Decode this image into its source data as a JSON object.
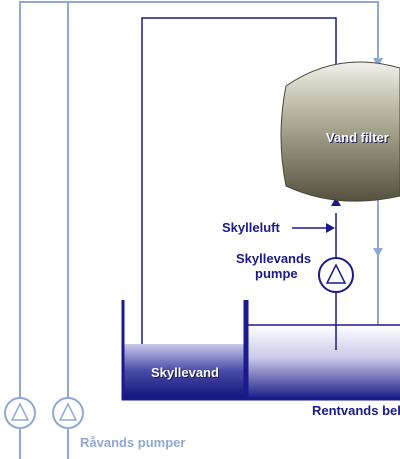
{
  "labels": {
    "filter": "Vand filter",
    "air": "Skylleluft",
    "pump_line1": "Skyllevands",
    "pump_line2": "pumpe",
    "backwash_tank": "Skyllevand",
    "clean_tank": "Rentvands bel",
    "raw_pumps": "Råvands pumper"
  },
  "colors": {
    "navy": "#1a1a8c",
    "light_blue": "#8fa8d6",
    "tank_fill": "#1e1e88",
    "filter_body": "#6e6a55"
  },
  "icons": [
    "pump-icon",
    "flow-arrow-icon"
  ]
}
